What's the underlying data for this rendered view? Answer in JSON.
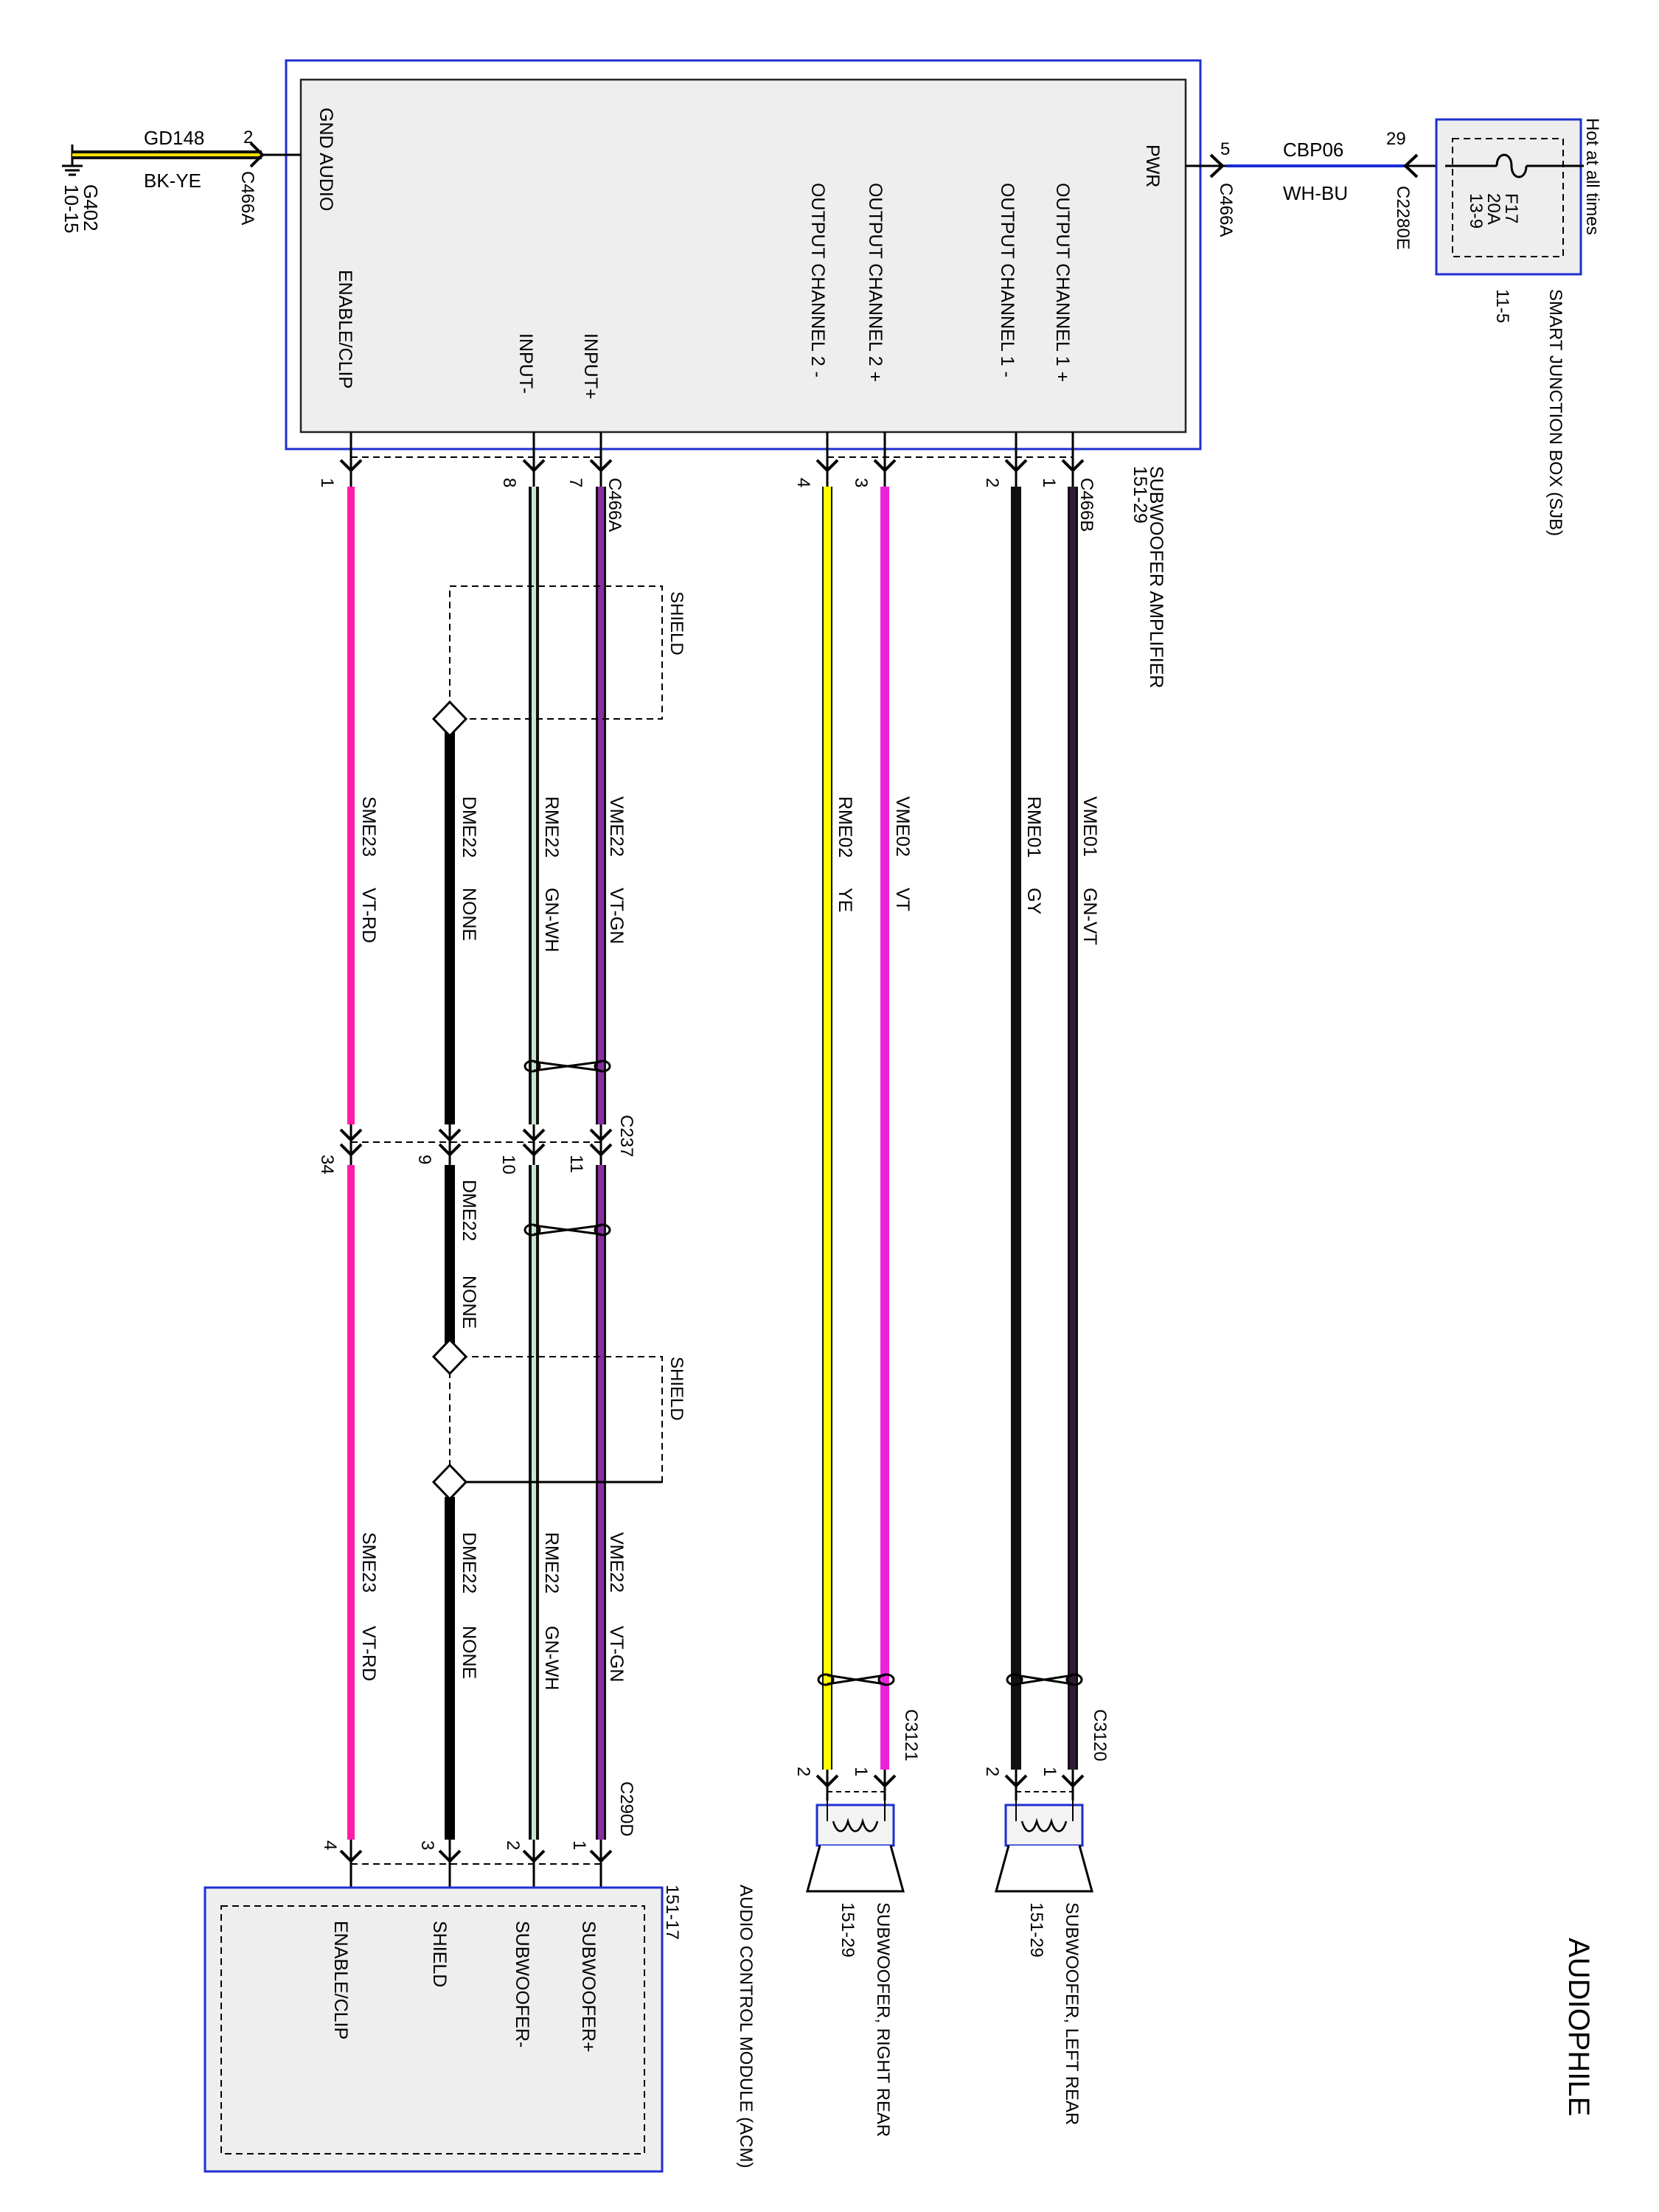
{
  "title": "AUDIOPHILE",
  "amplifier": {
    "name": "SUBWOOFER AMPLIFIER",
    "ref": "151-29",
    "pins": {
      "gnd_audio": "GND AUDIO",
      "enable_clip": "ENABLE/CLIP",
      "input_neg": "INPUT-",
      "input_pos": "INPUT+",
      "out2_neg": "OUTPUT CHANNEL 2 -",
      "out2_pos": "OUTPUT CHANNEL 2 +",
      "out1_neg": "OUTPUT CHANNEL 1 -",
      "out1_pos": "OUTPUT CHANNEL 1 +",
      "pwr": "PWR"
    }
  },
  "ground": {
    "id": "G402",
    "ref": "10-15",
    "circuit": "GD148",
    "color": "BK-YE",
    "pin": "2",
    "connector": "C466A"
  },
  "power": {
    "circuit": "CBP06",
    "color": "WH-BU",
    "amp_pin": "5",
    "amp_connector": "C466A",
    "sjb_pin": "29",
    "sjb_connector": "C2280E"
  },
  "sjb": {
    "hot_label": "Hot at all times",
    "fuse": "F17",
    "rating": "20A",
    "fuse_ref": "13-9",
    "name": "SMART JUNCTION BOX (SJB)",
    "ref": "11-5"
  },
  "connectors": {
    "c466a": "C466A",
    "c466b": "C466B",
    "c237": "C237",
    "c290d": "C290D",
    "c3120": "C3120",
    "c3121": "C3121"
  },
  "shield_label": "SHIELD",
  "wires": {
    "vme22": {
      "circuit": "VME22",
      "color": "VT-GN",
      "amp_pin": "7",
      "c237_pin": "11",
      "acm_pin": "1"
    },
    "rme22": {
      "circuit": "RME22",
      "color": "GN-WH",
      "amp_pin": "8",
      "c237_pin": "10",
      "acm_pin": "2"
    },
    "dme22": {
      "circuit": "DME22",
      "color": "NONE",
      "c237_pin": "9",
      "acm_pin": "3"
    },
    "sme23": {
      "circuit": "SME23",
      "color": "VT-RD",
      "amp_pin": "1",
      "c237_pin": "34",
      "acm_pin": "4"
    },
    "vme02": {
      "circuit": "VME02",
      "color": "VT",
      "amp_pin": "3",
      "spk_pin": "1"
    },
    "rme02": {
      "circuit": "RME02",
      "color": "YE",
      "amp_pin": "4",
      "spk_pin": "2"
    },
    "vme01": {
      "circuit": "VME01",
      "color": "GN-VT",
      "amp_pin": "1",
      "spk_pin": "1"
    },
    "rme01": {
      "circuit": "RME01",
      "color": "GY",
      "amp_pin": "2",
      "spk_pin": "2"
    }
  },
  "acm": {
    "name": "AUDIO CONTROL MODULE (ACM)",
    "ref": "151-17",
    "pins": {
      "sub_pos": "SUBWOOFER+",
      "sub_neg": "SUBWOOFER-",
      "shield": "SHIELD",
      "enable_clip": "ENABLE/CLIP"
    }
  },
  "speakers": {
    "right_rear": {
      "name": "SUBWOOFER, RIGHT REAR",
      "ref": "151-29"
    },
    "left_rear": {
      "name": "SUBWOOFER, LEFT REAR",
      "ref": "151-29"
    }
  },
  "colors": {
    "frame_blue": "#1f2fd0",
    "vt_gn": "#8a2da3",
    "gn_wh": "#1d5a2c",
    "vt_rd": "#ff1ca8",
    "vt": "#ee22dd",
    "ye": "#ffff00",
    "gy": "#111111",
    "gn_vt": "#301a36",
    "bk_ye": "#f5e000",
    "wh_bu": "#1a2bd6"
  }
}
